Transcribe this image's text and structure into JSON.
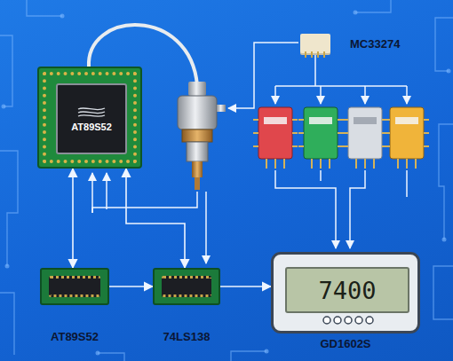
{
  "diagram": {
    "nodes": [
      {
        "text": [
          "AT89S52"
        ]
      },
      {
        "text": [
          "MC33274"
        ]
      },
      {
        "text": [
          "AT89S52"
        ]
      },
      {
        "text": [
          "74LS138"
        ]
      },
      {
        "text": [
          "7400",
          "GD1602S"
        ]
      }
    ],
    "edges": [
      {
        "from": 0,
        "to": 2,
        "arrow": "both"
      },
      {
        "from": 0,
        "to": 3,
        "arrow": "both"
      },
      {
        "from": 2,
        "to": 3,
        "arrow": "to"
      },
      {
        "from": 3,
        "to": 4,
        "arrow": "to"
      }
    ]
  }
}
